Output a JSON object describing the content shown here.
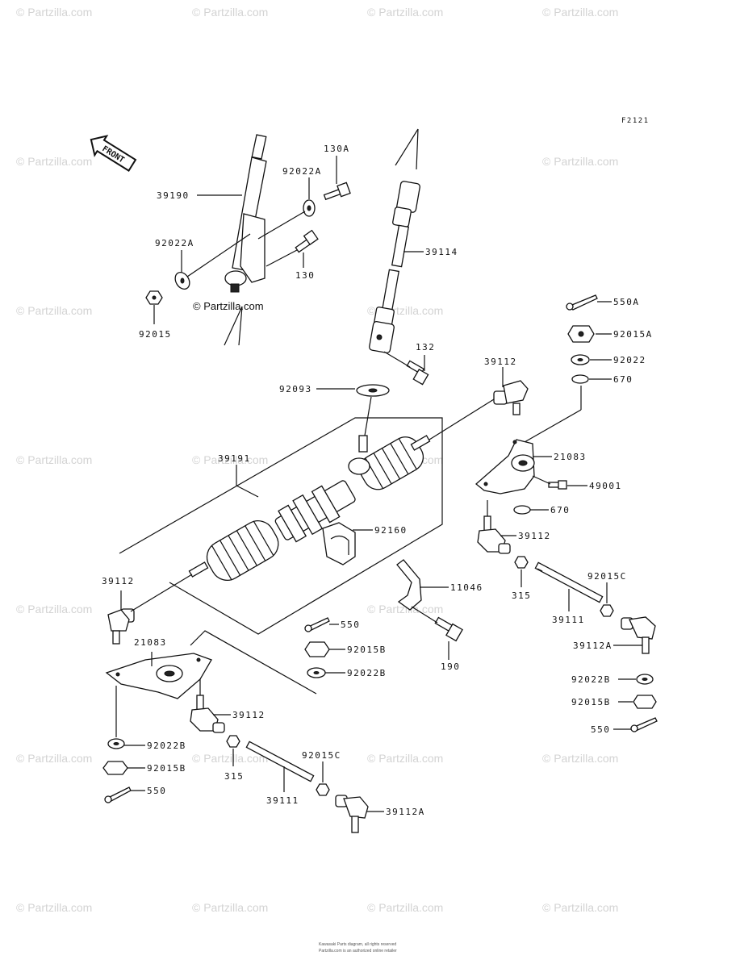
{
  "diagram_code": "F2121",
  "front_label": "FRONT",
  "copyright_center": "© Partzilla.com",
  "watermark": "© Partzilla.com",
  "footer_line1": "Kawasaki Parts diagram, all rights reserved",
  "footer_line2": "Partzilla.com is an authorized online retailer",
  "parts": {
    "p39190": "39190",
    "p130A": "130A",
    "p92022A_top": "92022A",
    "p92022A_left": "92022A",
    "p130": "130",
    "p92015": "92015",
    "p39114": "39114",
    "p132": "132",
    "p92093": "92093",
    "p39112_top": "39112",
    "p550A": "550A",
    "p92015A": "92015A",
    "p92022": "92022",
    "p670_top": "670",
    "p21083_right": "21083",
    "p49001": "49001",
    "p670_bot": "670",
    "p39112_right": "39112",
    "p39191": "39191",
    "p92160": "92160",
    "p11046": "11046",
    "p39112_left": "39112",
    "p21083_left": "21083",
    "p550_mid": "550",
    "p92015B_mid": "92015B",
    "p92022B_mid": "92022B",
    "p190": "190",
    "p315_right": "315",
    "p92015C_right": "92015C",
    "p39111_right": "39111",
    "p39112A_right": "39112A",
    "p92022B_right": "92022B",
    "p92015B_right": "92015B",
    "p550_right": "550",
    "p39112_lowleft": "39112",
    "p92022B_left": "92022B",
    "p92015B_left": "92015B",
    "p550_left": "550",
    "p315_left": "315",
    "p92015C_left": "92015C",
    "p39111_left": "39111",
    "p39112A_left": "39112A"
  }
}
